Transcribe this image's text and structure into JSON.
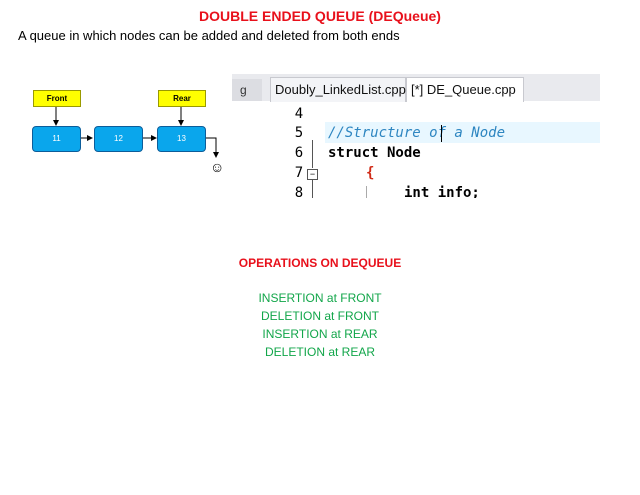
{
  "title": "DOUBLE ENDED QUEUE (DEQueue)",
  "subtitle": "A queue in which nodes can be added and deleted from both ends",
  "diagram": {
    "front_label": "Front",
    "rear_label": "Rear",
    "nodes": [
      "11",
      "12",
      "13"
    ],
    "end_symbol": "☺"
  },
  "editor": {
    "tab_stub": "g",
    "tabs": [
      {
        "label": "Doubly_LinkedList.cpp",
        "active": false
      },
      {
        "label": "[*] DE_Queue.cpp",
        "active": true
      }
    ],
    "lines": [
      {
        "number": "4",
        "text": ""
      },
      {
        "number": "5",
        "text": "//Structure of a Node"
      },
      {
        "number": "6",
        "text": "struct Node"
      },
      {
        "number": "7",
        "text": "{"
      },
      {
        "number": "8",
        "text": "int info;"
      }
    ],
    "colors": {
      "comment": "#2e86c1",
      "brace": "#d02a16",
      "highlight": "#e8f7ff"
    }
  },
  "operations": {
    "title": "OPERATIONS ON DEQUEUE",
    "items": [
      "INSERTION at FRONT",
      "DELETION at FRONT",
      "INSERTION at REAR",
      "DELETION at REAR"
    ]
  },
  "colors": {
    "title": "#e8101b",
    "operations": "#12a64a",
    "node_fill": "#0aa6ec",
    "label_fill": "#ffff00"
  }
}
